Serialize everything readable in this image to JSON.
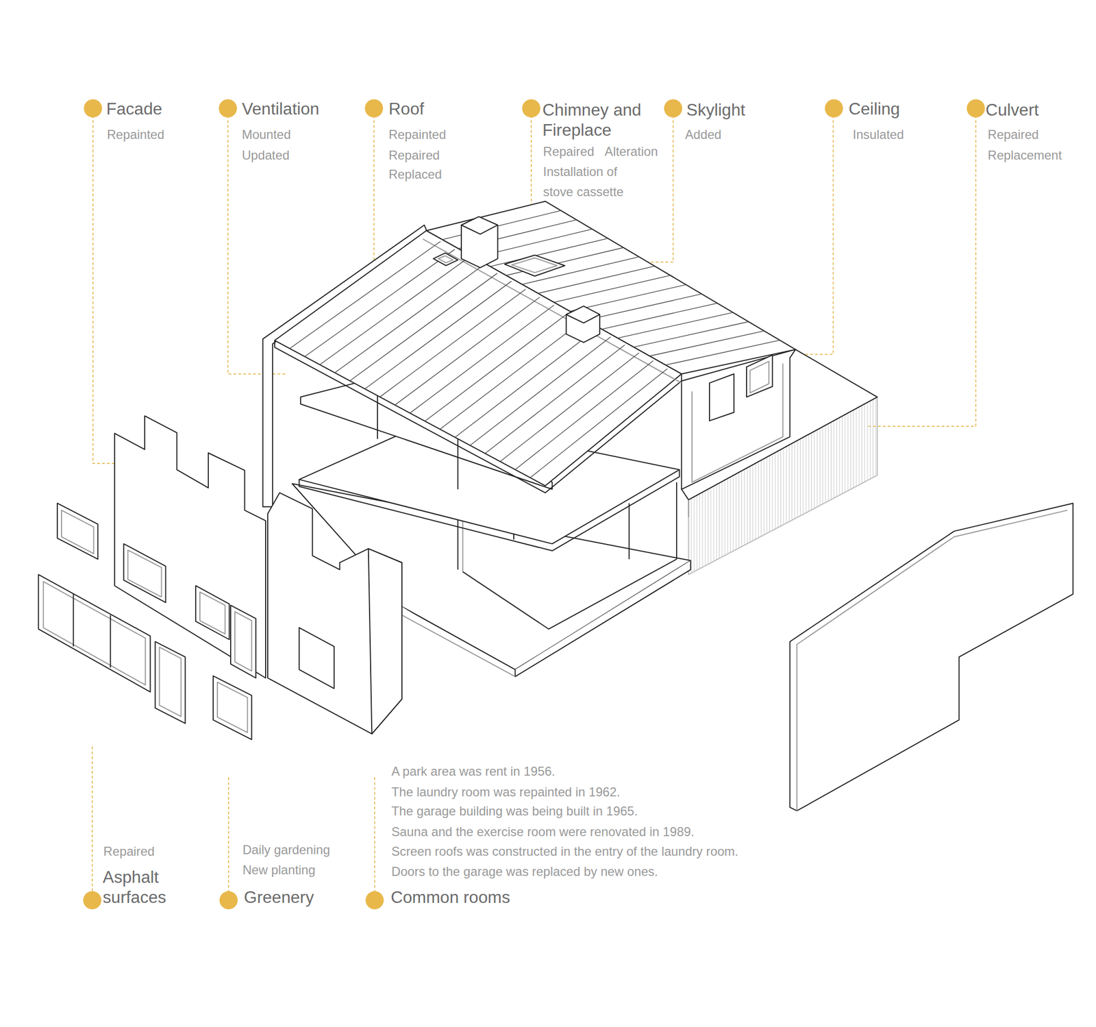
{
  "diagram": {
    "labels": [
      "Facade",
      "Repainted",
      "Ventilation",
      "Mounted",
      "Updated",
      "Roof",
      "Repainted",
      "Repaired",
      "Replaced",
      "Chimney and Fireplace",
      "Repaired",
      "Alteration",
      "Installation of stove cassette",
      "Skylight",
      "Added",
      "Ceiling",
      "Insulated",
      "Culvert",
      "Repaired",
      "Replacement",
      "Repaired",
      "Asphalt surfaces",
      "Daily gardening",
      "New planting",
      "Greenery",
      "A park area was rent in 1956.",
      "The laundry room was repainted in 1962.",
      "The garage building was being built in 1965.",
      "Sauna and the exercise room were renovated in 1989.",
      "Screen roofs was constructed in the entry of the laundry room.",
      "Doors to the garage was replaced by new ones.",
      "Common rooms"
    ]
  }
}
